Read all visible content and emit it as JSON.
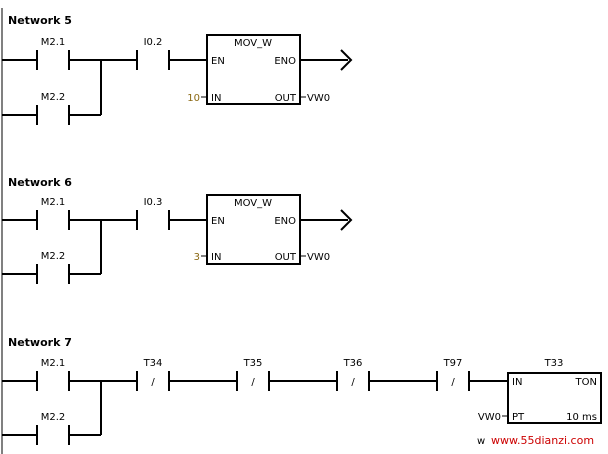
{
  "networks": [
    {
      "title": "Network 5",
      "contacts": [
        "M2.1",
        "M2.2",
        "I0.2"
      ],
      "box": {
        "name": "MOV_W",
        "en": "EN",
        "eno": "ENO",
        "in": "IN",
        "out": "OUT",
        "in_value": "10",
        "out_value": "VW0"
      }
    },
    {
      "title": "Network 6",
      "contacts": [
        "M2.1",
        "M2.2",
        "I0.3"
      ],
      "box": {
        "name": "MOV_W",
        "en": "EN",
        "eno": "ENO",
        "in": "IN",
        "out": "OUT",
        "in_value": "3",
        "out_value": "VW0"
      }
    },
    {
      "title": "Network 7",
      "contacts": [
        "M2.1",
        "M2.2",
        "T34",
        "T35",
        "T36",
        "T97"
      ],
      "contact_symbol": "/",
      "box": {
        "name": "T33",
        "in": "IN",
        "type": "TON",
        "pt": "PT",
        "pt_value": "VW0",
        "resolution": "10 ms"
      }
    }
  ],
  "watermark": {
    "prefix": "w",
    "site": "www.55dianzi.com"
  }
}
